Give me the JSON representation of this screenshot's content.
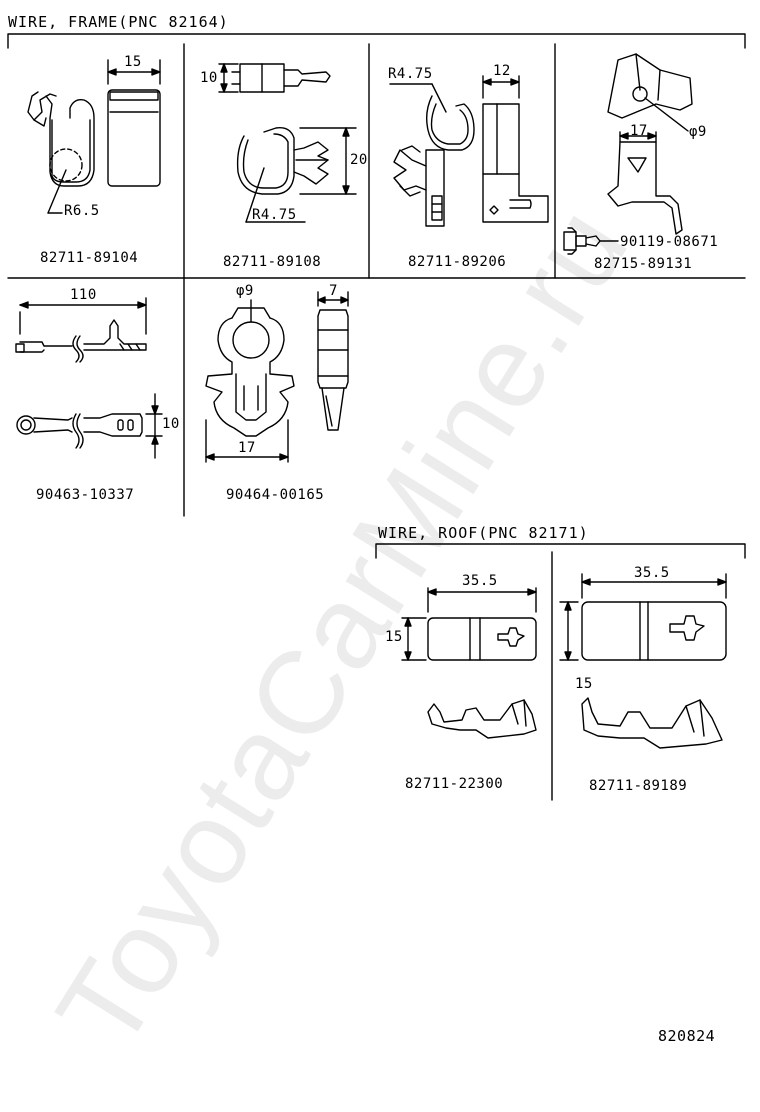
{
  "sections": {
    "frame_title": "WIRE, FRAME(PNC 82164)",
    "roof_title": "WIRE, ROOF(PNC 82171)"
  },
  "parts": [
    {
      "part_no": "82711-89104",
      "dims": [
        "15",
        "R6.5"
      ]
    },
    {
      "part_no": "82711-89108",
      "dims": [
        "10",
        "20",
        "R4.75"
      ]
    },
    {
      "part_no": "82711-89206",
      "dims": [
        "R4.75",
        "12"
      ]
    },
    {
      "part_no": "82715-89131",
      "dims": [
        "φ9",
        "17"
      ],
      "screw_part_no": "90119-08671"
    },
    {
      "part_no": "90463-10337",
      "dims": [
        "110",
        "10"
      ]
    },
    {
      "part_no": "90464-00165",
      "dims": [
        "φ9",
        "7",
        "17"
      ]
    },
    {
      "part_no": "82711-22300",
      "dims": [
        "35.5",
        "15"
      ]
    },
    {
      "part_no": "82711-89189",
      "dims": [
        "35.5",
        "15"
      ]
    }
  ],
  "figure_id": "820824",
  "watermark": "ToyotaCarMine.ru"
}
